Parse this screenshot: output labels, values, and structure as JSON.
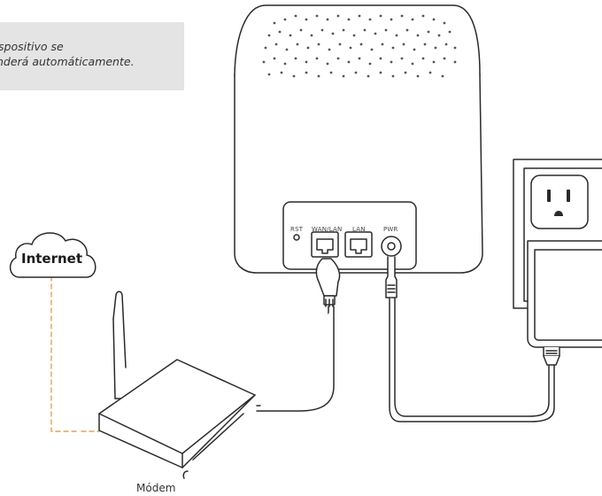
{
  "note": {
    "line1": "spositivo se",
    "line2": "nderá automáticamente."
  },
  "labels": {
    "internet": "Internet",
    "modem": "Módem"
  },
  "ports": {
    "rst": "RST",
    "wan_lan": "WAN/LAN",
    "lan": "LAN",
    "pwr": "PWR"
  },
  "colors": {
    "dashed_link": "#f0a040",
    "outline": "#2a2a2a",
    "note_background": "#e4e4e4"
  }
}
